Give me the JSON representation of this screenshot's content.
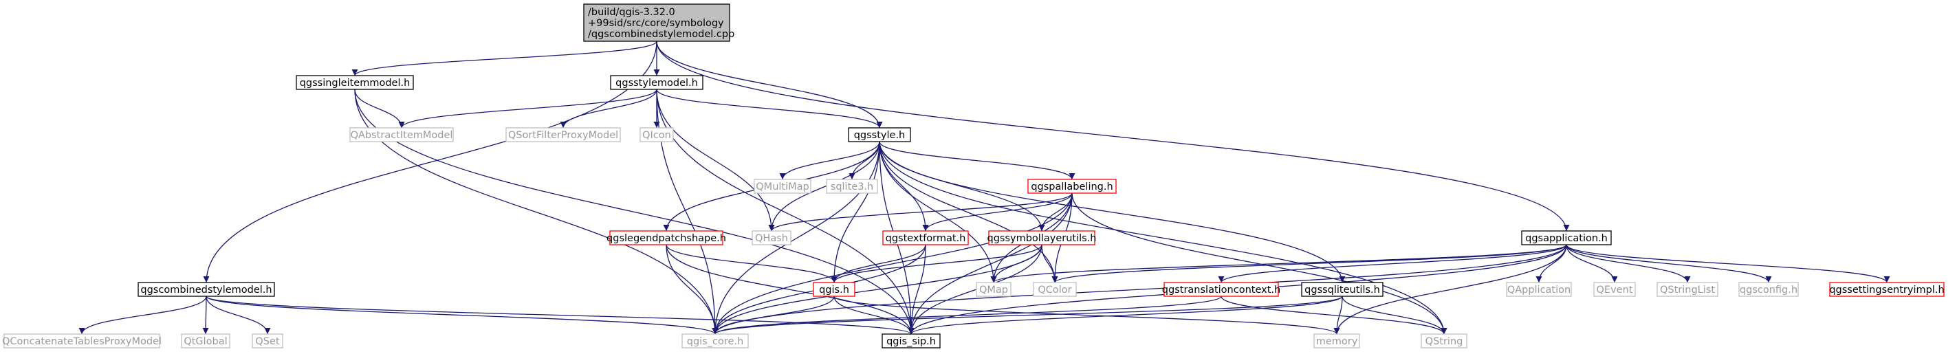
{
  "colors": {
    "edge": "#191970",
    "text": "#000000",
    "text_external": "#9a9a9a",
    "border_documented": "#000000",
    "border_truncated": "#ff0000",
    "border_external": "#bfbfbf",
    "fill_root": "#bfbfbf",
    "fill_default": "#ffffff"
  },
  "nodes": [
    {
      "id": "root",
      "lines": [
        "/build/qgis-3.32.0",
        "+99sid/src/core/symbology",
        "/qgscombinedstylemodel.cpp"
      ],
      "kind": "root"
    },
    {
      "id": "singleitem",
      "lines": [
        "qgssingleitemmodel.h"
      ],
      "kind": "documented"
    },
    {
      "id": "stylemodel",
      "lines": [
        "qgsstylemodel.h"
      ],
      "kind": "documented"
    },
    {
      "id": "style",
      "lines": [
        "qgsstyle.h"
      ],
      "kind": "documented"
    },
    {
      "id": "combined",
      "lines": [
        "qgscombinedstylemodel.h"
      ],
      "kind": "documented"
    },
    {
      "id": "application",
      "lines": [
        "qgsapplication.h"
      ],
      "kind": "documented"
    },
    {
      "id": "qabstractitemmodel",
      "lines": [
        "QAbstractItemModel"
      ],
      "kind": "external"
    },
    {
      "id": "qsortfilterproxymodel",
      "lines": [
        "QSortFilterProxyModel"
      ],
      "kind": "external"
    },
    {
      "id": "qicon",
      "lines": [
        "QIcon"
      ],
      "kind": "external"
    },
    {
      "id": "qmultimap",
      "lines": [
        "QMultiMap"
      ],
      "kind": "external"
    },
    {
      "id": "sqlite3",
      "lines": [
        "sqlite3.h"
      ],
      "kind": "external"
    },
    {
      "id": "pallabeling",
      "lines": [
        "qgspallabeling.h"
      ],
      "kind": "truncated"
    },
    {
      "id": "legendpatchshape",
      "lines": [
        "qgslegendpatchshape.h"
      ],
      "kind": "truncated"
    },
    {
      "id": "qhash",
      "lines": [
        "QHash"
      ],
      "kind": "external"
    },
    {
      "id": "textformat",
      "lines": [
        "qgstextformat.h"
      ],
      "kind": "truncated"
    },
    {
      "id": "symbollayerutils",
      "lines": [
        "qgssymbollayerutils.h"
      ],
      "kind": "truncated"
    },
    {
      "id": "qgis",
      "lines": [
        "qgis.h"
      ],
      "kind": "truncated"
    },
    {
      "id": "qmap",
      "lines": [
        "QMap"
      ],
      "kind": "external"
    },
    {
      "id": "qcolor",
      "lines": [
        "QColor"
      ],
      "kind": "external"
    },
    {
      "id": "translationcontext",
      "lines": [
        "qgstranslationcontext.h"
      ],
      "kind": "truncated"
    },
    {
      "id": "sqliteutils",
      "lines": [
        "qgssqliteutils.h"
      ],
      "kind": "documented"
    },
    {
      "id": "qapplication",
      "lines": [
        "QApplication"
      ],
      "kind": "external"
    },
    {
      "id": "qevent",
      "lines": [
        "QEvent"
      ],
      "kind": "external"
    },
    {
      "id": "qstringlist",
      "lines": [
        "QStringList"
      ],
      "kind": "external"
    },
    {
      "id": "qgsconfig",
      "lines": [
        "qgsconfig.h"
      ],
      "kind": "external"
    },
    {
      "id": "settingsentryimpl",
      "lines": [
        "qgssettingsentryimpl.h"
      ],
      "kind": "truncated"
    },
    {
      "id": "qconcatenate",
      "lines": [
        "QConcatenateTablesProxyModel"
      ],
      "kind": "external"
    },
    {
      "id": "qtglobal",
      "lines": [
        "QtGlobal"
      ],
      "kind": "external"
    },
    {
      "id": "qset",
      "lines": [
        "QSet"
      ],
      "kind": "external"
    },
    {
      "id": "qgiscore",
      "lines": [
        "qgis_core.h"
      ],
      "kind": "external"
    },
    {
      "id": "qgissip",
      "lines": [
        "qgis_sip.h"
      ],
      "kind": "documented"
    },
    {
      "id": "memory",
      "lines": [
        "memory"
      ],
      "kind": "external"
    },
    {
      "id": "qstring",
      "lines": [
        "QString"
      ],
      "kind": "external"
    }
  ],
  "edges": [
    [
      "root",
      "singleitem"
    ],
    [
      "root",
      "stylemodel"
    ],
    [
      "root",
      "style"
    ],
    [
      "root",
      "combined"
    ],
    [
      "root",
      "application"
    ],
    [
      "singleitem",
      "qabstractitemmodel"
    ],
    [
      "singleitem",
      "qgiscore"
    ],
    [
      "singleitem",
      "qgissip"
    ],
    [
      "stylemodel",
      "style"
    ],
    [
      "stylemodel",
      "qabstractitemmodel"
    ],
    [
      "stylemodel",
      "qsortfilterproxymodel"
    ],
    [
      "stylemodel",
      "qicon"
    ],
    [
      "stylemodel",
      "qhash"
    ],
    [
      "stylemodel",
      "qgiscore"
    ],
    [
      "stylemodel",
      "qgissip"
    ],
    [
      "style",
      "qmultimap"
    ],
    [
      "style",
      "sqlite3"
    ],
    [
      "style",
      "pallabeling"
    ],
    [
      "style",
      "legendpatchshape"
    ],
    [
      "style",
      "qhash"
    ],
    [
      "style",
      "textformat"
    ],
    [
      "style",
      "symbollayerutils"
    ],
    [
      "style",
      "qgis"
    ],
    [
      "style",
      "qmap"
    ],
    [
      "style",
      "qcolor"
    ],
    [
      "style",
      "sqliteutils"
    ],
    [
      "style",
      "qstring"
    ],
    [
      "style",
      "qgiscore"
    ],
    [
      "style",
      "qgissip"
    ],
    [
      "pallabeling",
      "qhash"
    ],
    [
      "pallabeling",
      "textformat"
    ],
    [
      "pallabeling",
      "symbollayerutils"
    ],
    [
      "pallabeling",
      "qmap"
    ],
    [
      "pallabeling",
      "qcolor"
    ],
    [
      "pallabeling",
      "qstring"
    ],
    [
      "pallabeling",
      "qgiscore"
    ],
    [
      "pallabeling",
      "qgissip"
    ],
    [
      "legendpatchshape",
      "qgis"
    ],
    [
      "legendpatchshape",
      "qgiscore"
    ],
    [
      "legendpatchshape",
      "qgissip"
    ],
    [
      "textformat",
      "qgis"
    ],
    [
      "textformat",
      "qgiscore"
    ],
    [
      "textformat",
      "qgissip"
    ],
    [
      "symbollayerutils",
      "qgis"
    ],
    [
      "symbollayerutils",
      "qmap"
    ],
    [
      "symbollayerutils",
      "qcolor"
    ],
    [
      "symbollayerutils",
      "qgiscore"
    ],
    [
      "symbollayerutils",
      "qgissip"
    ],
    [
      "qgis",
      "qgiscore"
    ],
    [
      "qgis",
      "qgissip"
    ],
    [
      "qgis",
      "memory"
    ],
    [
      "application",
      "qapplication"
    ],
    [
      "application",
      "qevent"
    ],
    [
      "application",
      "qstringlist"
    ],
    [
      "application",
      "qgsconfig"
    ],
    [
      "application",
      "settingsentryimpl"
    ],
    [
      "application",
      "translationcontext"
    ],
    [
      "application",
      "qcolor"
    ],
    [
      "application",
      "qmap"
    ],
    [
      "application",
      "memory"
    ],
    [
      "application",
      "qgiscore"
    ],
    [
      "application",
      "qgissip"
    ],
    [
      "translationcontext",
      "qgiscore"
    ],
    [
      "translationcontext",
      "qstring"
    ],
    [
      "sqliteutils",
      "qgiscore"
    ],
    [
      "sqliteutils",
      "qgissip"
    ],
    [
      "sqliteutils",
      "memory"
    ],
    [
      "sqliteutils",
      "qstring"
    ],
    [
      "combined",
      "qconcatenate"
    ],
    [
      "combined",
      "qtglobal"
    ],
    [
      "combined",
      "qset"
    ],
    [
      "combined",
      "qgiscore"
    ],
    [
      "combined",
      "qgissip"
    ]
  ]
}
